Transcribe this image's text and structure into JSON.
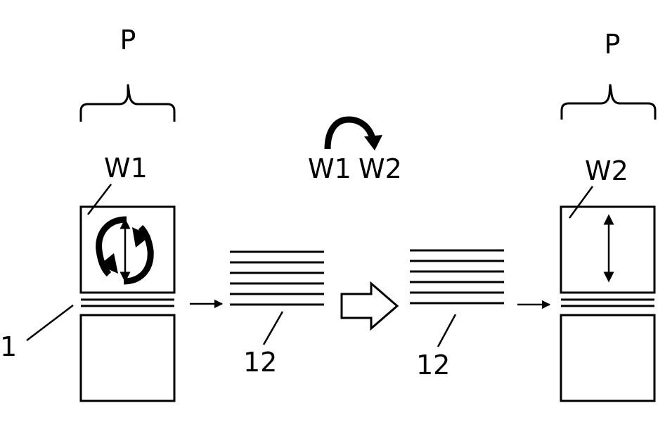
{
  "labels": {
    "p_left": "P",
    "p_right": "P",
    "w1_left": "W1",
    "w2_right": "W2",
    "transition_from": "W1",
    "transition_to": "W2",
    "ref_1": "1",
    "ref_12_left": "12",
    "ref_12_right": "12"
  },
  "colors": {
    "stroke": "#000000",
    "background": "#ffffff"
  }
}
